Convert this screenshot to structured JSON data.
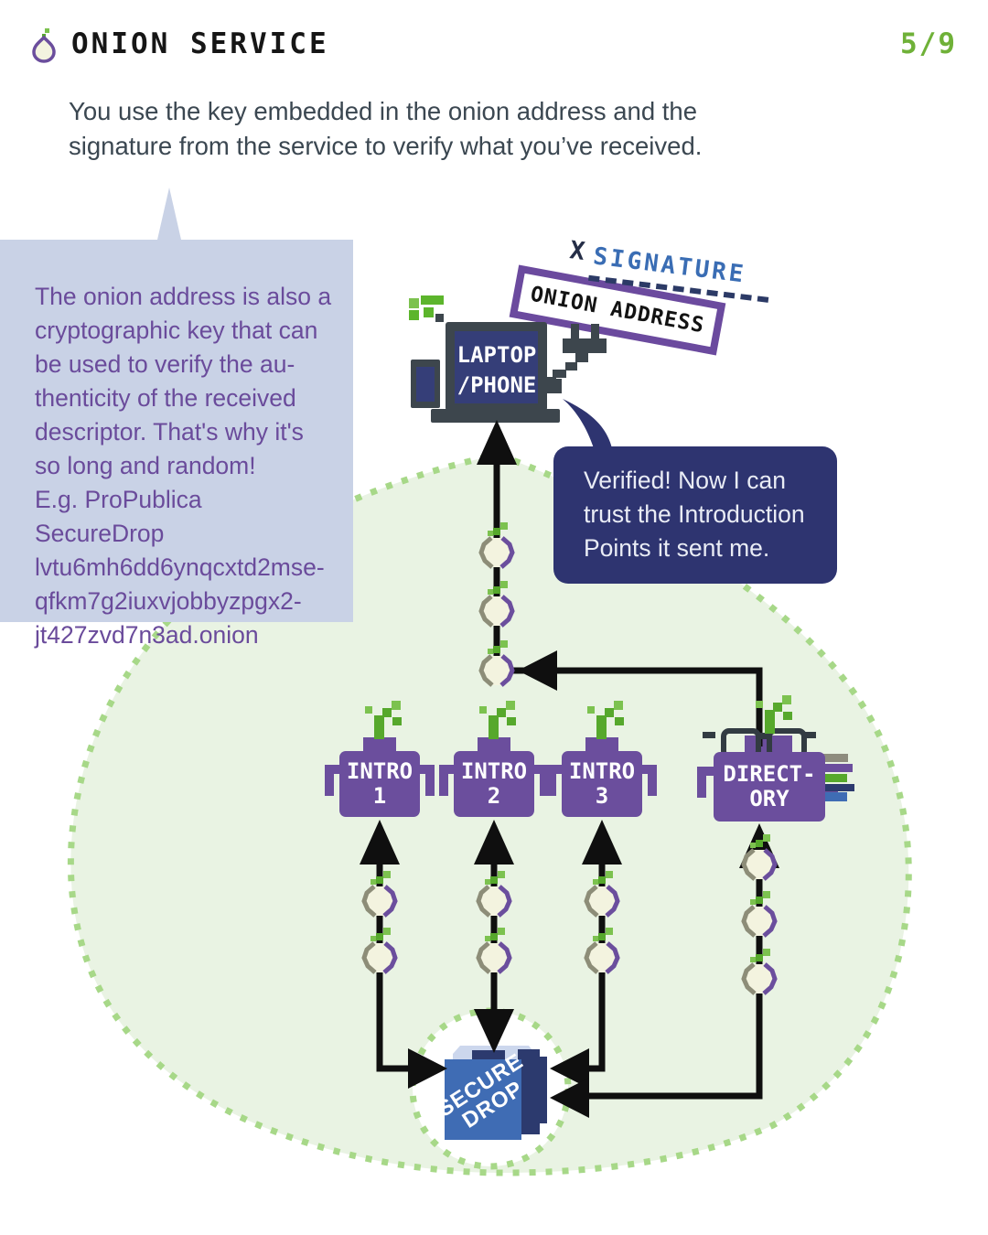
{
  "header": {
    "title": "ONION SERVICE",
    "page_indicator": "5/9"
  },
  "intro_text": "You use the key embedded in the onion address and the\nsignature from the service to verify what you’ve received.",
  "note_bubble": {
    "text": "The onion address is also a\ncryptographic key that can\nbe used to verify the au-\nthenticity of the received\ndescriptor. That's why it's\nso long and random!\nE.g. ProPublica SecureDrop\nlvtu6mh6dd6ynqcxtd2mse-\nqfkm7g2iuxvjobbyzpgx2-\njt427zvd7n3ad.onion"
  },
  "speech_bubble": {
    "text": "Verified! Now I can\ntrust the Introduction\nPoints it sent me."
  },
  "diagram": {
    "labels": {
      "laptop": "LAPTOP\n/PHONE",
      "onion_address_tag": "ONION ADDRESS",
      "signature_mark": "X",
      "signature": "SIGNATURE",
      "intro_1": "INTRO\n1",
      "intro_2": "INTRO\n2",
      "intro_3": "INTRO\n3",
      "directory": "DIRECT-\nORY",
      "securedrop": "SECURE\nDROP"
    },
    "colors": {
      "purple": "#6b4e9d",
      "navy": "#2e3470",
      "sprout_green": "#56a82c",
      "page_green": "#6fb138",
      "signature_blue": "#3a6db4",
      "blob_fill": "#e9f3e3",
      "blob_dots": "#a7d888",
      "note_fill": "#c9d2e6",
      "note_text": "#6a4b9b",
      "securedrop_blue": "#3f6cb4"
    }
  }
}
